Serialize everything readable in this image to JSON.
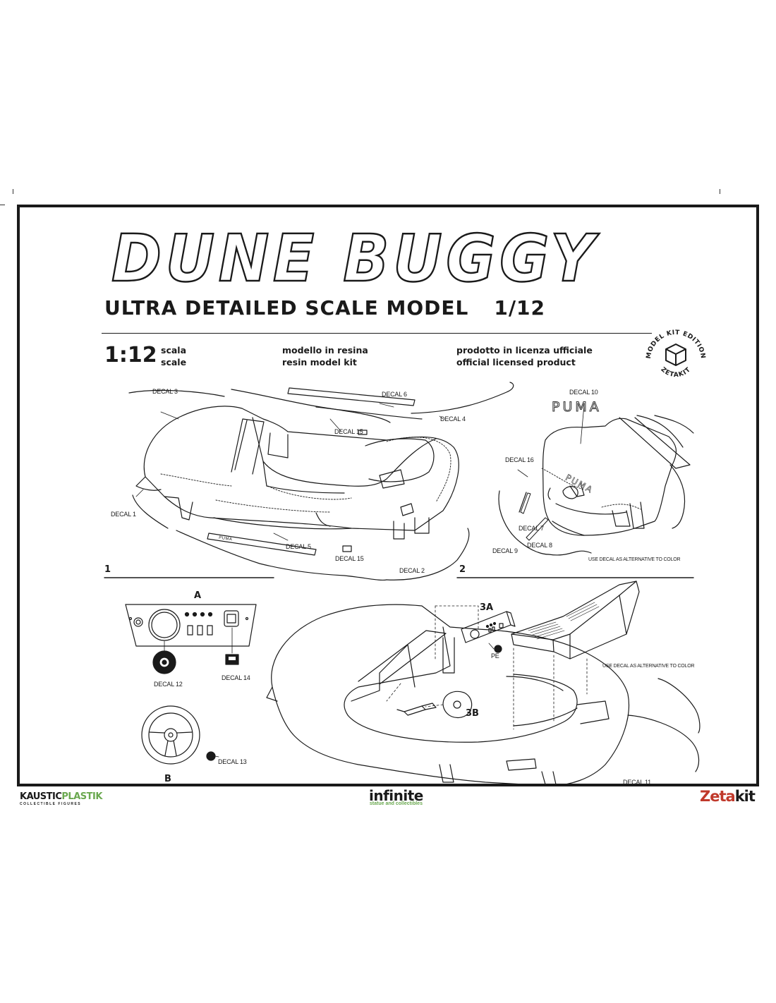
{
  "title": "DUNE BUGGY",
  "subtitle": "ULTRA DETAILED SCALE MODEL",
  "subtitle_scale": "1/12",
  "scale_big": "1:12",
  "info": {
    "scala": "scala",
    "scale": "scale",
    "modello_it": "modello in resina",
    "modello_en": "resin model kit",
    "licenza_it": "prodotto in licenza ufficiale",
    "licenza_en": "official licensed product"
  },
  "badge": {
    "top": "MODEL KIT EDITION",
    "bottom": "ZETAKIT"
  },
  "decals": {
    "d1": "DECAL 1",
    "d2": "DECAL 2",
    "d3": "DECAL 3",
    "d4": "DECAL 4",
    "d5": "DECAL 5",
    "d6": "DECAL 6",
    "d7": "DECAL 7",
    "d8": "DECAL 8",
    "d9": "DECAL 9",
    "d10": "DECAL 10",
    "d11": "DECAL 11",
    "d12": "DECAL 12",
    "d13": "DECAL 13",
    "d14": "DECAL 14",
    "d15": "DECAL 15",
    "d16": "DECAL 16",
    "d15b": "DECAL 15"
  },
  "puma": "PUMA",
  "puma_small": "PUMA",
  "puma_side": "PUMA",
  "use_decal_note": "USE DECAL AS ALTERNATIVE TO COLOR",
  "use_decal_note2": "USE DECAL AS ALTERNATIVE TO COLOR",
  "steps": {
    "s1": "1",
    "s2": "2"
  },
  "parts": {
    "a": "A",
    "b": "B",
    "a3": "3A",
    "b3": "3B",
    "pe": "PE"
  },
  "logos": {
    "kaustic_a": "KAUSTIC",
    "kaustic_b": "PLASTIK",
    "kaustic_sub": "COLLECTIBLE FIGURES",
    "infinite": "infinite",
    "infinite_sub": "statue and collectibles",
    "zeta_a": "Zeta",
    "zeta_b": "kit"
  },
  "colors": {
    "ink": "#1a1a1a",
    "green": "#6aa84f",
    "red": "#c0392b"
  }
}
